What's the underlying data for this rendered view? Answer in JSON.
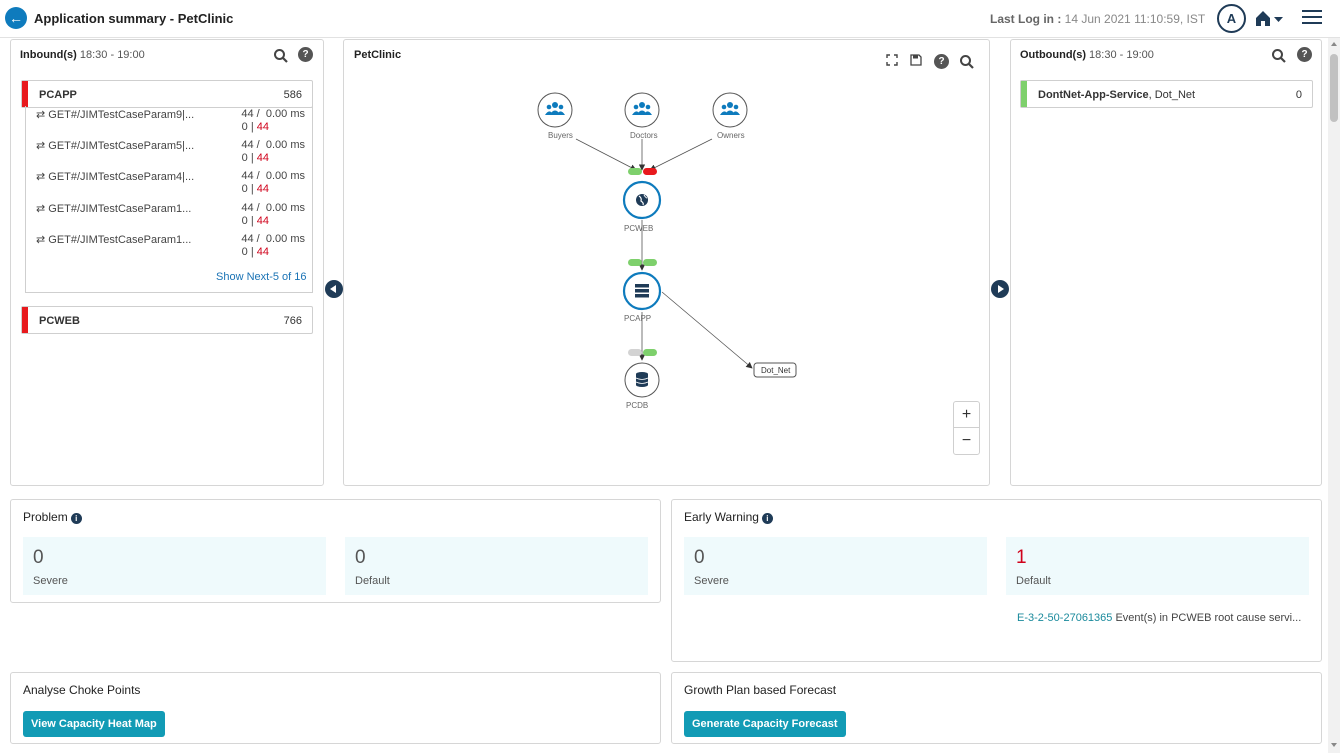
{
  "header": {
    "title": "Application summary - PetClinic",
    "last_log_label": "Last Log in :",
    "last_log_value": "14 Jun 2021 11:10:59, IST",
    "avatar": "A"
  },
  "inbound": {
    "title": "Inbound(s)",
    "time_range": "18:30 - 19:00",
    "services": [
      {
        "name": "PCAPP",
        "count": "586",
        "status_color": "#e8191d"
      },
      {
        "name": "PCWEB",
        "count": "766",
        "status_color": "#e8191d"
      }
    ],
    "transactions": [
      {
        "name": "⇄ GET#/JIMTestCaseParam9|...",
        "calls": "44 /",
        "time": "0.00 ms",
        "ok": "0 |",
        "err": "44"
      },
      {
        "name": "⇄ GET#/JIMTestCaseParam5|...",
        "calls": "44 /",
        "time": "0.00 ms",
        "ok": "0 |",
        "err": "44"
      },
      {
        "name": "⇄ GET#/JIMTestCaseParam4|...",
        "calls": "44 /",
        "time": "0.00 ms",
        "ok": "0 |",
        "err": "44"
      },
      {
        "name": "⇄ GET#/JIMTestCaseParam1...",
        "calls": "44 /",
        "time": "0.00 ms",
        "ok": "0 |",
        "err": "44"
      },
      {
        "name": "⇄ GET#/JIMTestCaseParam1...",
        "calls": "44 /",
        "time": "0.00 ms",
        "ok": "0 |",
        "err": "44"
      }
    ],
    "show_next": "Show Next-5 of 16"
  },
  "topology": {
    "title": "PetClinic",
    "nodes": {
      "buyers": "Buyers",
      "doctors": "Doctors",
      "owners": "Owners",
      "pcweb": "PCWEB",
      "pcapp": "PCAPP",
      "pcdb": "PCDB",
      "dotnet": "Dot_Net"
    },
    "status_colors": {
      "ok": "#7ed06c",
      "error": "#e8191d",
      "unknown": "#d3d3d3"
    },
    "zoom_in": "+",
    "zoom_out": "−"
  },
  "outbound": {
    "title": "Outbound(s)",
    "time_range": "18:30 - 19:00",
    "services": [
      {
        "name": "DontNet-App-Service",
        "type": ", Dot_Net",
        "count": "0",
        "status_color": "#7ed06c"
      }
    ]
  },
  "problem": {
    "title": "Problem",
    "severe_value": "0",
    "severe_label": "Severe",
    "default_value": "0",
    "default_label": "Default"
  },
  "early_warning": {
    "title": "Early Warning",
    "severe_value": "0",
    "severe_label": "Severe",
    "default_value": "1",
    "default_label": "Default",
    "event_id": "E-3-2-50-27061365",
    "event_text": " Event(s) in PCWEB root cause servi..."
  },
  "choke_points": {
    "title": "Analyse Choke Points",
    "button": "View Capacity Heat Map"
  },
  "forecast": {
    "title": "Growth Plan based Forecast",
    "button": "Generate Capacity Forecast"
  },
  "theme": {
    "accent": "#129bb5",
    "navy": "#1f3b57",
    "node_blue": "#0e7bbd"
  }
}
